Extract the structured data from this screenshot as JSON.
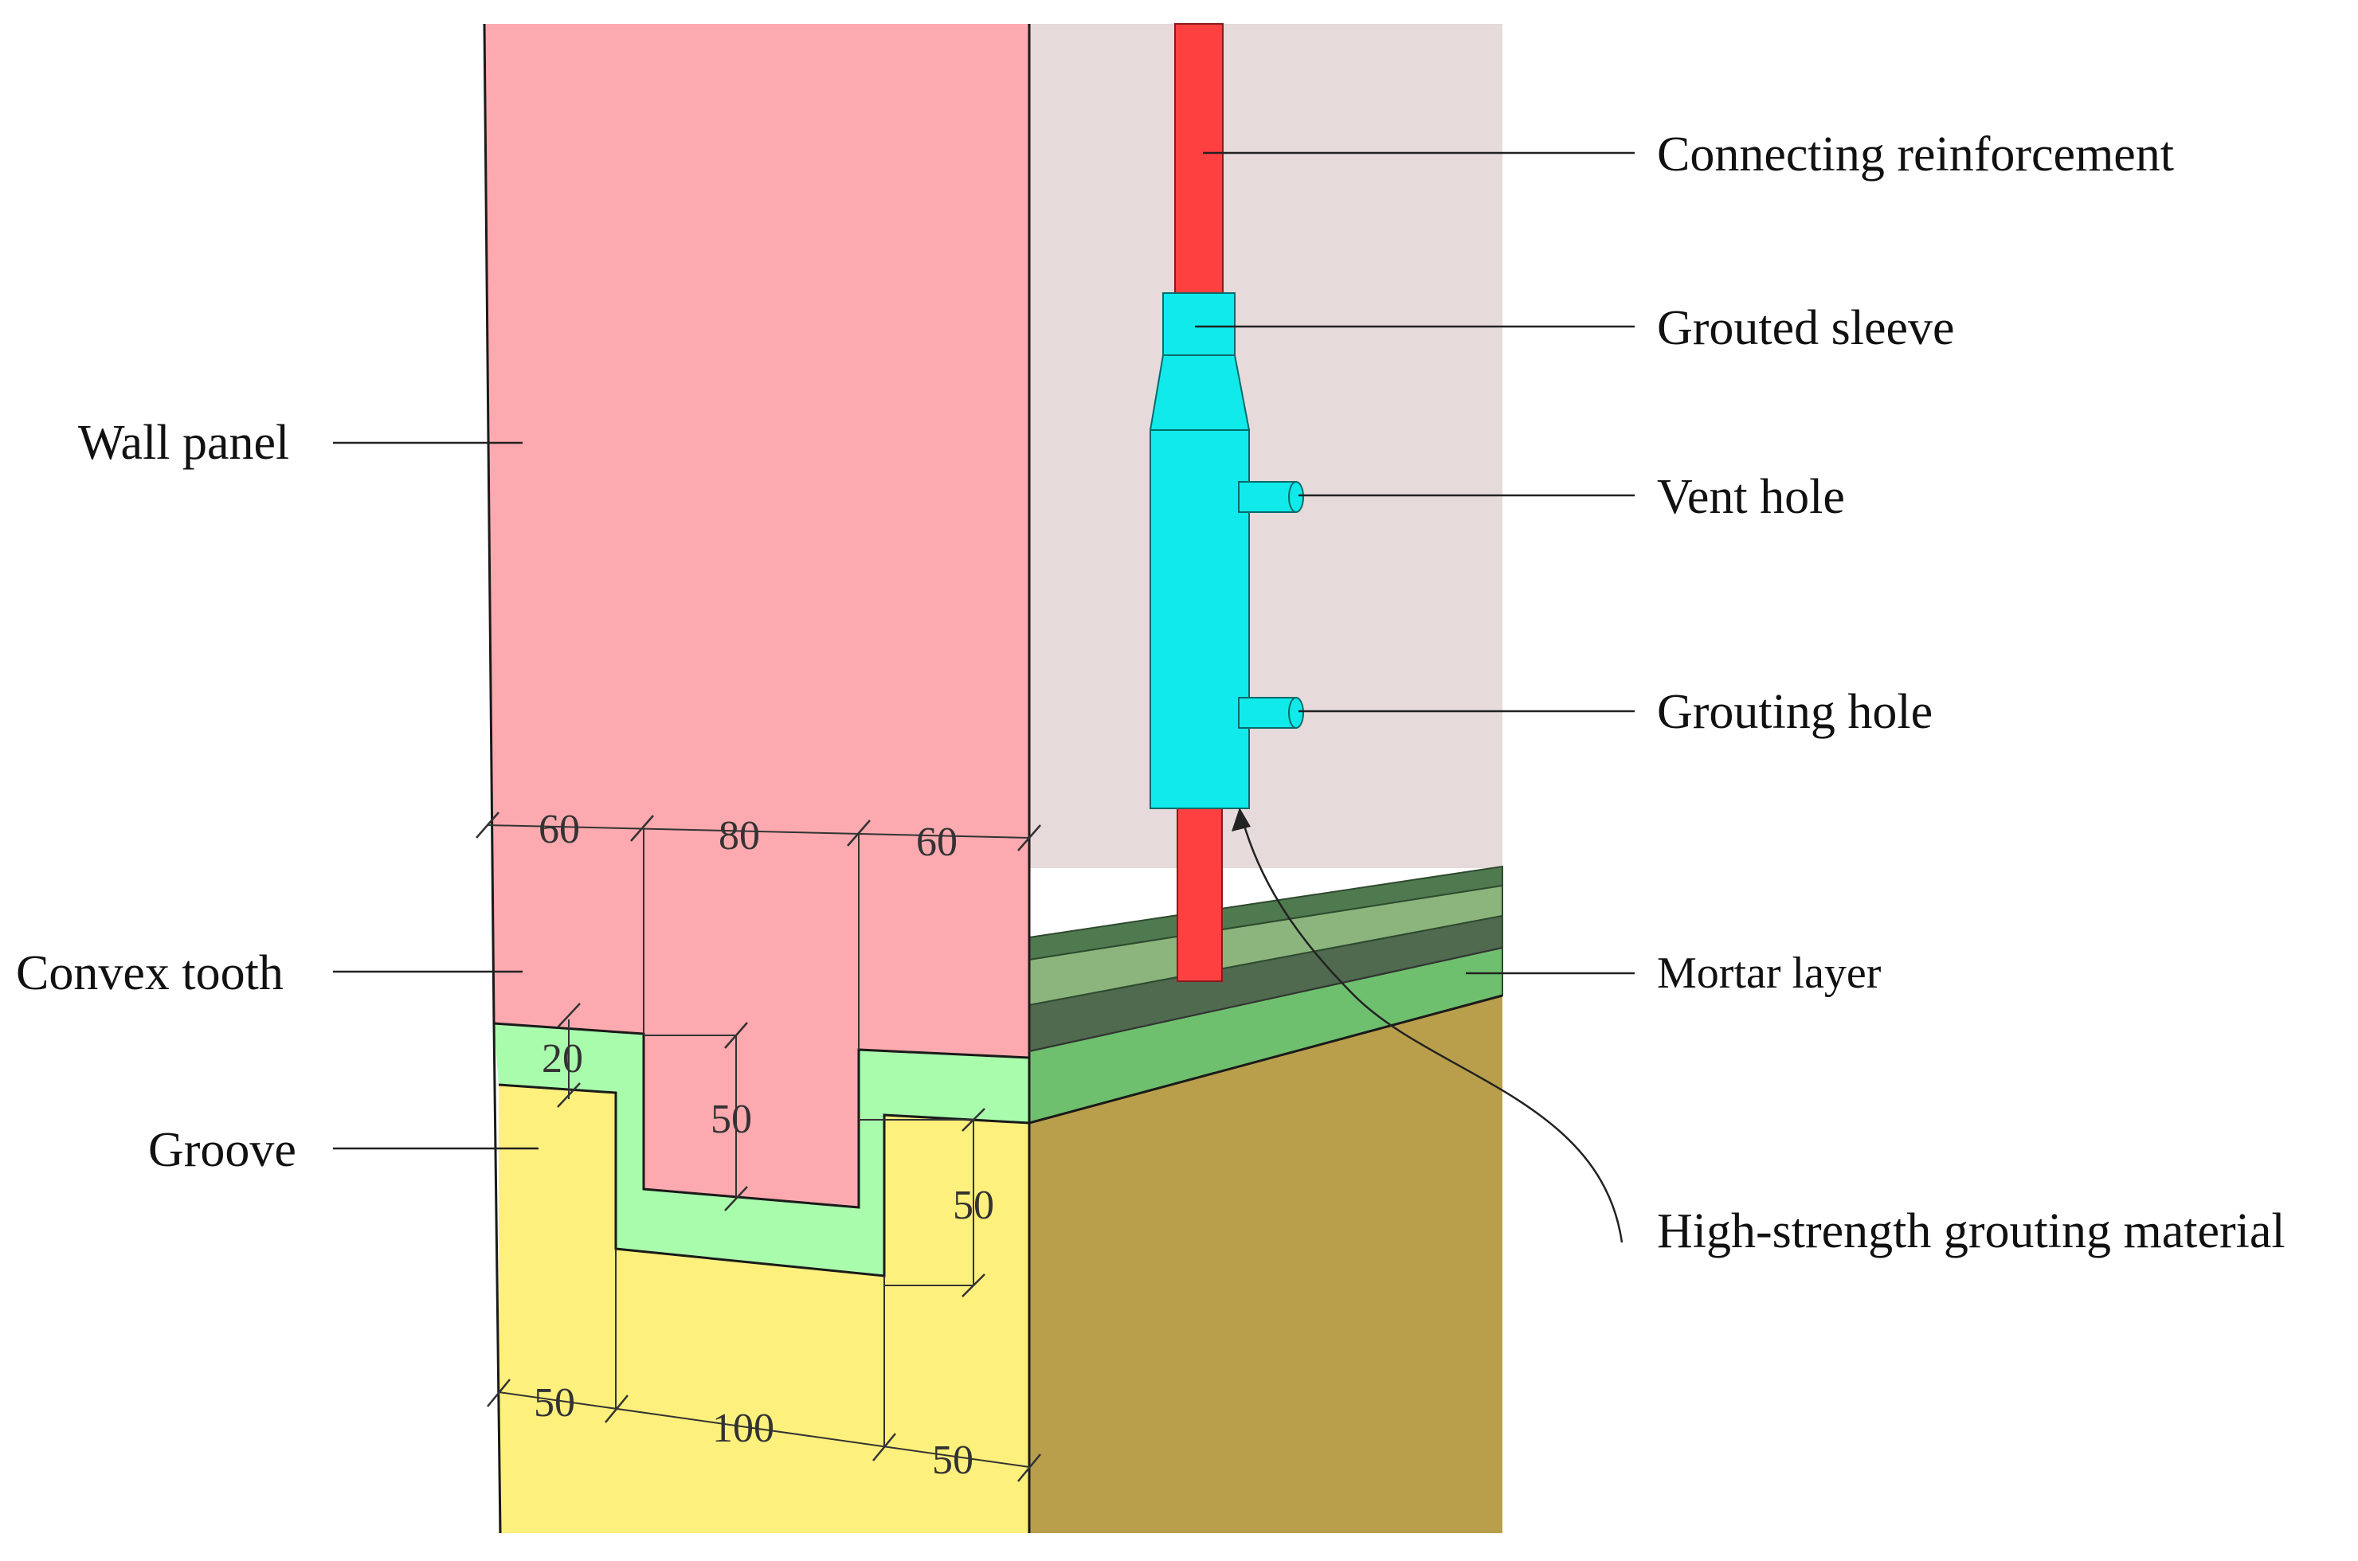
{
  "labels": {
    "wall_panel": "Wall panel",
    "convex_tooth": "Convex tooth",
    "groove": "Groove",
    "connecting_reinforcement": "Connecting reinforcement",
    "grouted_sleeve": "Grouted sleeve",
    "vent_hole": "Vent hole",
    "grouting_hole": "Grouting hole",
    "mortar_layer": "Mortar layer",
    "high_strength_grouting_material": "High-strength grouting material"
  },
  "dimensions": {
    "tooth_left": "60",
    "tooth_width": "80",
    "tooth_right": "60",
    "mortar_thickness": "20",
    "tooth_height": "50",
    "groove_depth": "50",
    "groove_left": "50",
    "groove_width": "100",
    "groove_right": "50"
  },
  "colors": {
    "wall_panel": "#fcaaaf",
    "wall_back": "#e6dada",
    "mortar_green": "#a9fcac",
    "groove_yellow": "#fef07c",
    "foundation_side": "#b99f4c",
    "reinforcement": "#fe4040",
    "sleeve": "#10eaea",
    "mortar_top_dark": "#4f7a4f",
    "mortar_top_light": "#8bb57d",
    "mortar_side": "#6ec06e"
  }
}
